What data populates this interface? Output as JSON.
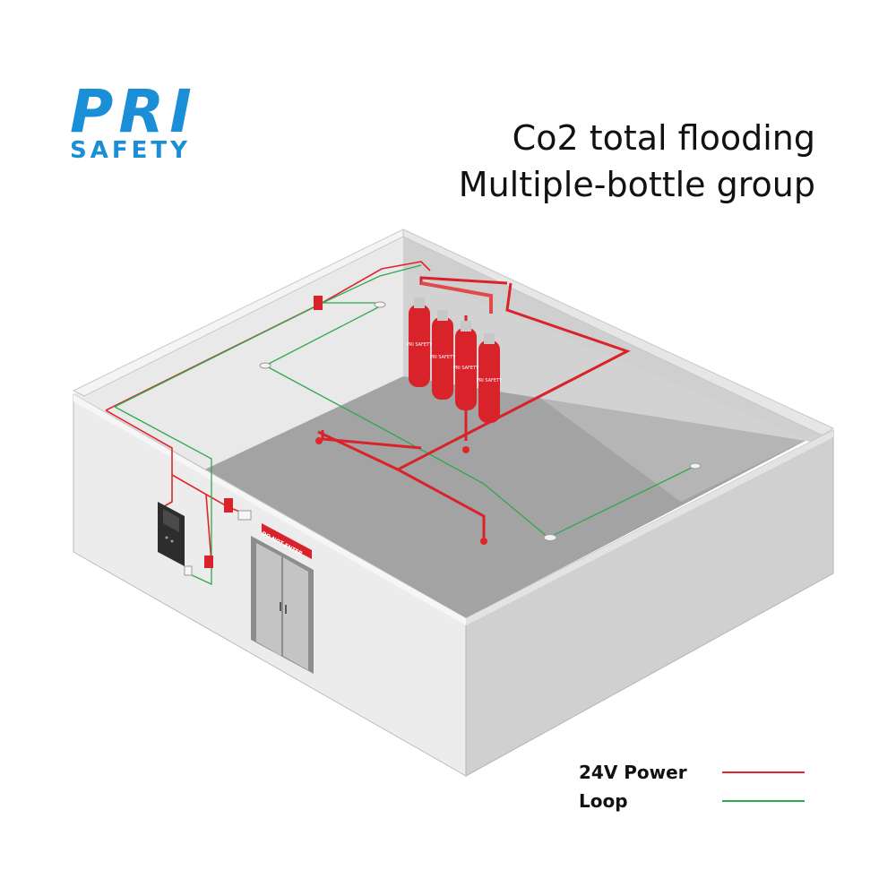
{
  "logo": {
    "line1": "PRI",
    "line2": "SAFETY"
  },
  "title": {
    "line1": "Co2 total flooding",
    "line2": "Multiple-bottle group"
  },
  "door_sign": "DO NOT ENTER",
  "cylinder_label": "PRI SAFETY",
  "legend": [
    {
      "label": "24V Power",
      "color": "#e0262b"
    },
    {
      "label": "Loop",
      "color": "#2fa84f"
    }
  ],
  "colors": {
    "brand_blue": "#1a8fd8",
    "cylinder_red": "#d9232a",
    "wall_light": "#ececec",
    "wall_mid": "#d4d4d4",
    "floor": "#9a9a9a"
  }
}
